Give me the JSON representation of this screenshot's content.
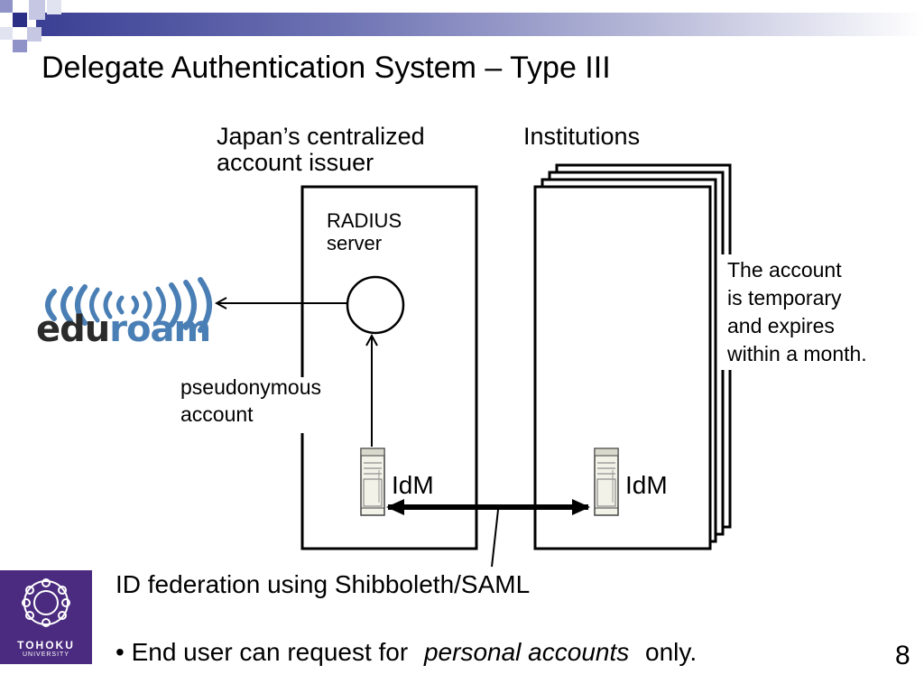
{
  "slide": {
    "title": "Delegate Authentication System – Type III",
    "page_number": "8"
  },
  "diagram": {
    "left_heading_line1": "Japan’s centralized",
    "left_heading_line2": "account issuer",
    "right_heading": "Institutions",
    "radius_line1": "RADIUS",
    "radius_line2": "server",
    "pseudonymous_line1": "pseudonymous",
    "pseudonymous_line2": "account",
    "idm_left": "IdM",
    "idm_right": "IdM",
    "note_line1": "The account",
    "note_line2": "is temporary",
    "note_line3": "and expires",
    "note_line4": "within a month.",
    "federation_label": "ID federation using Shibboleth/SAML"
  },
  "bullet": {
    "prefix": "• End user can request for",
    "emphasis": "personal accounts",
    "suffix": "only."
  },
  "logos": {
    "eduroam_part1": "edu",
    "eduroam_part2": "roam",
    "tohoku_name": "TOHOKU",
    "tohoku_sub": "UNIVERSITY"
  },
  "colors": {
    "header_accent": "#3a3f94",
    "eduroam_dark": "#2b2b2b",
    "eduroam_blue": "#4a7fb5",
    "tohoku_purple": "#4b2b7f"
  }
}
